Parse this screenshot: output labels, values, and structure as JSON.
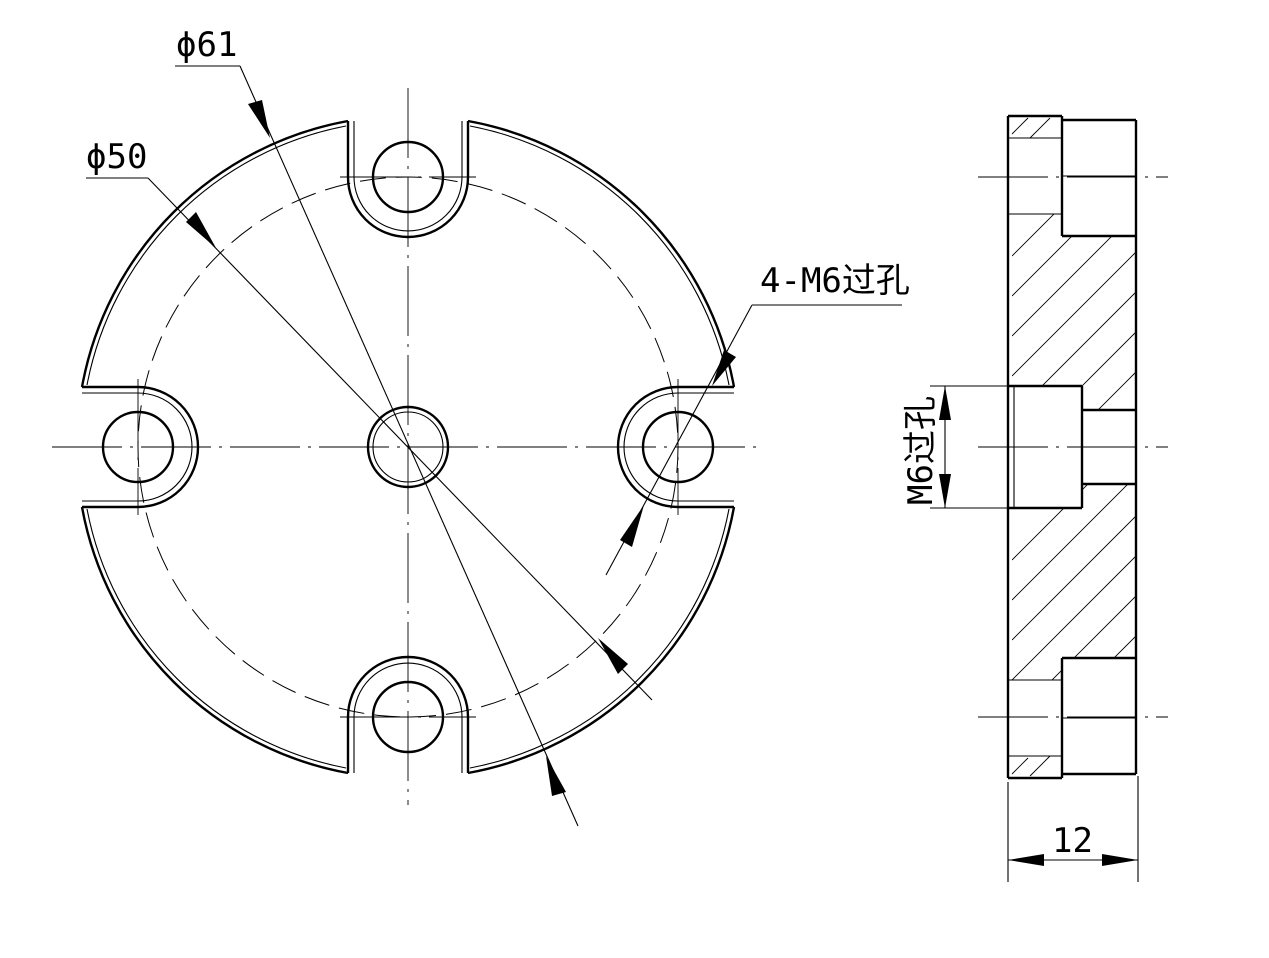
{
  "dimensions": {
    "outer_diameter": "ϕ61",
    "pitch_diameter": "ϕ50",
    "hole_callout": "4-M6过孔",
    "center_hole": "M6过孔",
    "thickness": "12"
  }
}
